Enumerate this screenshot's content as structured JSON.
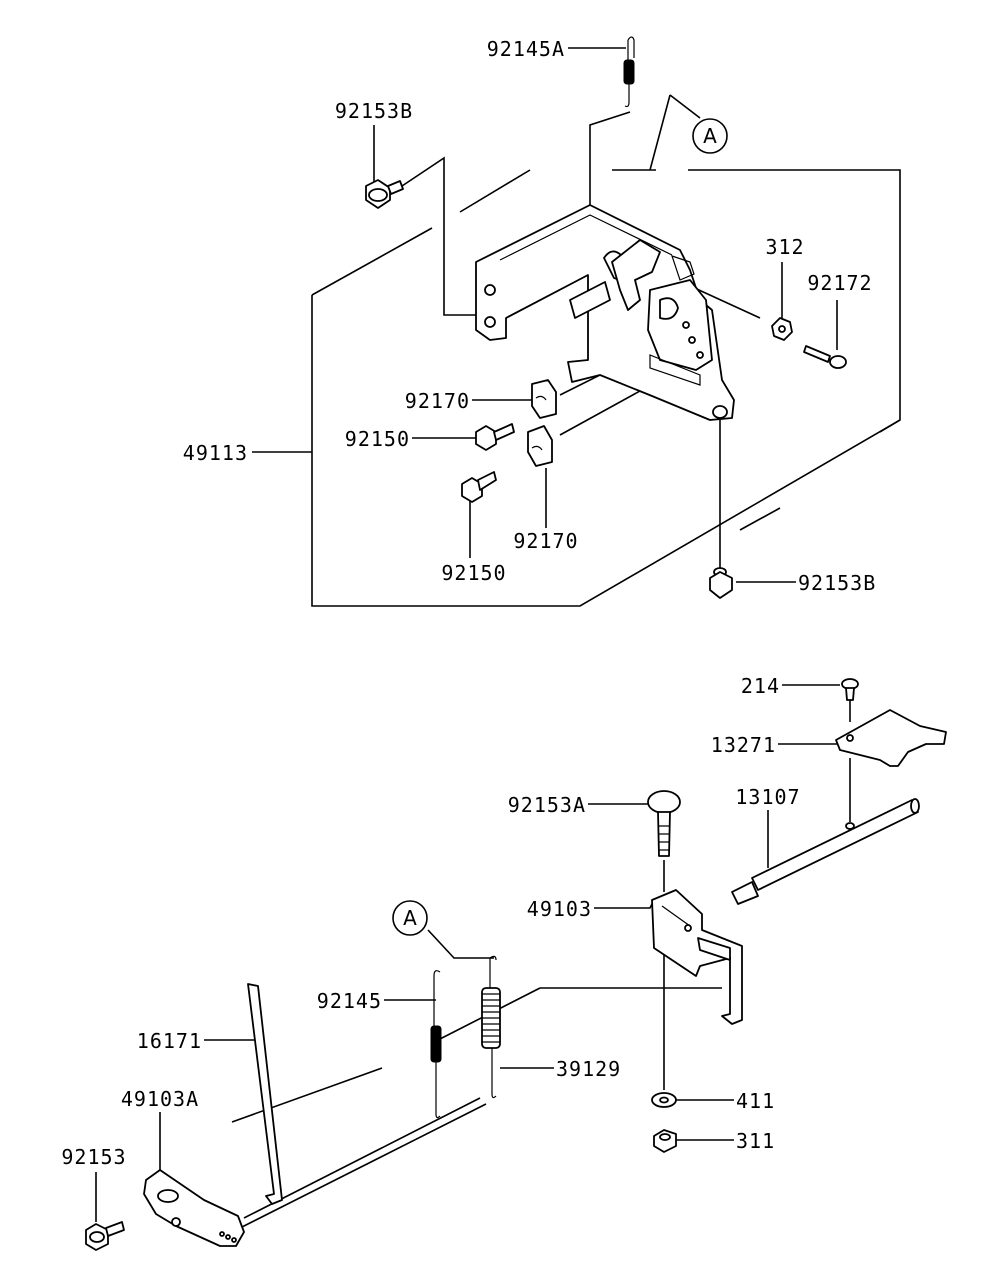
{
  "callouts": {
    "ref_a_top": "A",
    "ref_a_bottom": "A"
  },
  "labels": {
    "p92145A": "92145A",
    "p92153B_top": "92153B",
    "p312": "312",
    "p92172": "92172",
    "p92170_upper": "92170",
    "p92150_upper": "92150",
    "p49113": "49113",
    "p92170_lower": "92170",
    "p92150_lower": "92150",
    "p92153B_bottom": "92153B",
    "p214": "214",
    "p13271": "13271",
    "p92153A": "92153A",
    "p13107": "13107",
    "p49103": "49103",
    "p92145": "92145",
    "p16171": "16171",
    "p39129": "39129",
    "p49103A": "49103A",
    "p411": "411",
    "p92153": "92153",
    "p311": "311"
  }
}
